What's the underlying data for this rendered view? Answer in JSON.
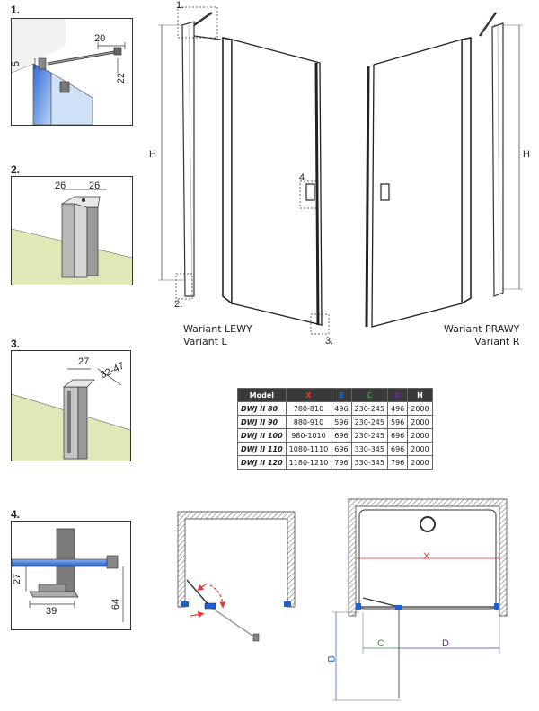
{
  "details": [
    {
      "number": "1.",
      "dims": [
        "20",
        "5",
        "22"
      ]
    },
    {
      "number": "2.",
      "dims": [
        "26",
        "26"
      ]
    },
    {
      "number": "3.",
      "dims": [
        "27",
        "32-47"
      ]
    },
    {
      "number": "4.",
      "dims": [
        "27",
        "39",
        "64"
      ]
    }
  ],
  "main": {
    "height_label": "H",
    "callouts": [
      "1.",
      "2.",
      "3.",
      "4."
    ],
    "variant_left": {
      "line1": "Wariant LEWY",
      "line2": "Variant L"
    },
    "variant_right": {
      "line1": "Wariant PRAWY",
      "line2": "Variant R"
    }
  },
  "table": {
    "headers": [
      "Model",
      "X",
      "B",
      "C",
      "D",
      "H"
    ],
    "header_colors": [
      "#ffffff",
      "#e53935",
      "#1e5fd0",
      "#2e9e3a",
      "#6a2ca0",
      "#ffffff"
    ],
    "rows": [
      [
        "DWJ II 80",
        "780-810",
        "496",
        "230-245",
        "496",
        "2000"
      ],
      [
        "DWJ II 90",
        "880-910",
        "596",
        "230-245",
        "596",
        "2000"
      ],
      [
        "DWJ II 100",
        "980-1010",
        "696",
        "230-245",
        "696",
        "2000"
      ],
      [
        "DWJ II 110",
        "1080-1110",
        "696",
        "330-345",
        "696",
        "2000"
      ],
      [
        "DWJ II 120",
        "1180-1210",
        "796",
        "330-345",
        "796",
        "2000"
      ]
    ]
  },
  "plan": {
    "x": "X",
    "b": "B",
    "c": "C",
    "d": "D"
  },
  "colors": {
    "x": "#e53935",
    "b": "#1e5fd0",
    "c": "#2e9e3a",
    "d": "#6a2ca0"
  }
}
